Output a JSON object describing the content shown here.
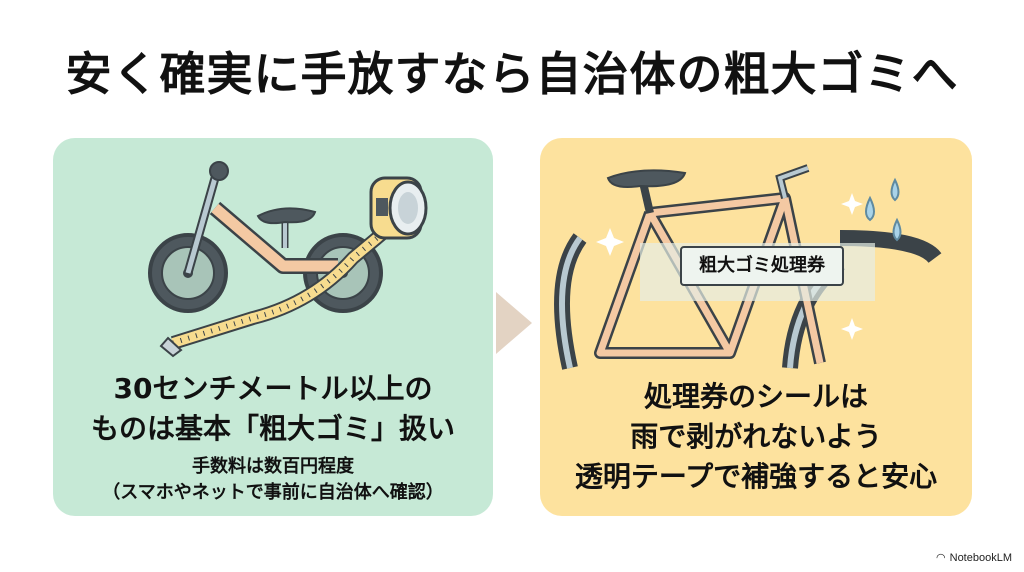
{
  "title": "安く確実に手放すなら自治体の粗大ゴミへ",
  "left_card": {
    "illustration": "balance-bike-with-tape-measure",
    "heading_line1": "30センチメートル以上の",
    "heading_line2": "ものは基本「粗大ゴミ」扱い",
    "sub_line1": "手数料は数百円程度",
    "sub_line2": "（スマホやネットで事前に自治体へ確認）",
    "bg_color": "#c6e9d6"
  },
  "right_card": {
    "illustration": "bicycle-with-sticker-and-raindrops",
    "sticker_label": "粗大ゴミ処理券",
    "line1": "処理券のシールは",
    "line2": "雨で剥がれないよう",
    "line3": "透明テープで補強すると安心",
    "bg_color": "#fde29e"
  },
  "arrow": "right-arrow",
  "branding": {
    "label": "NotebookLM"
  }
}
